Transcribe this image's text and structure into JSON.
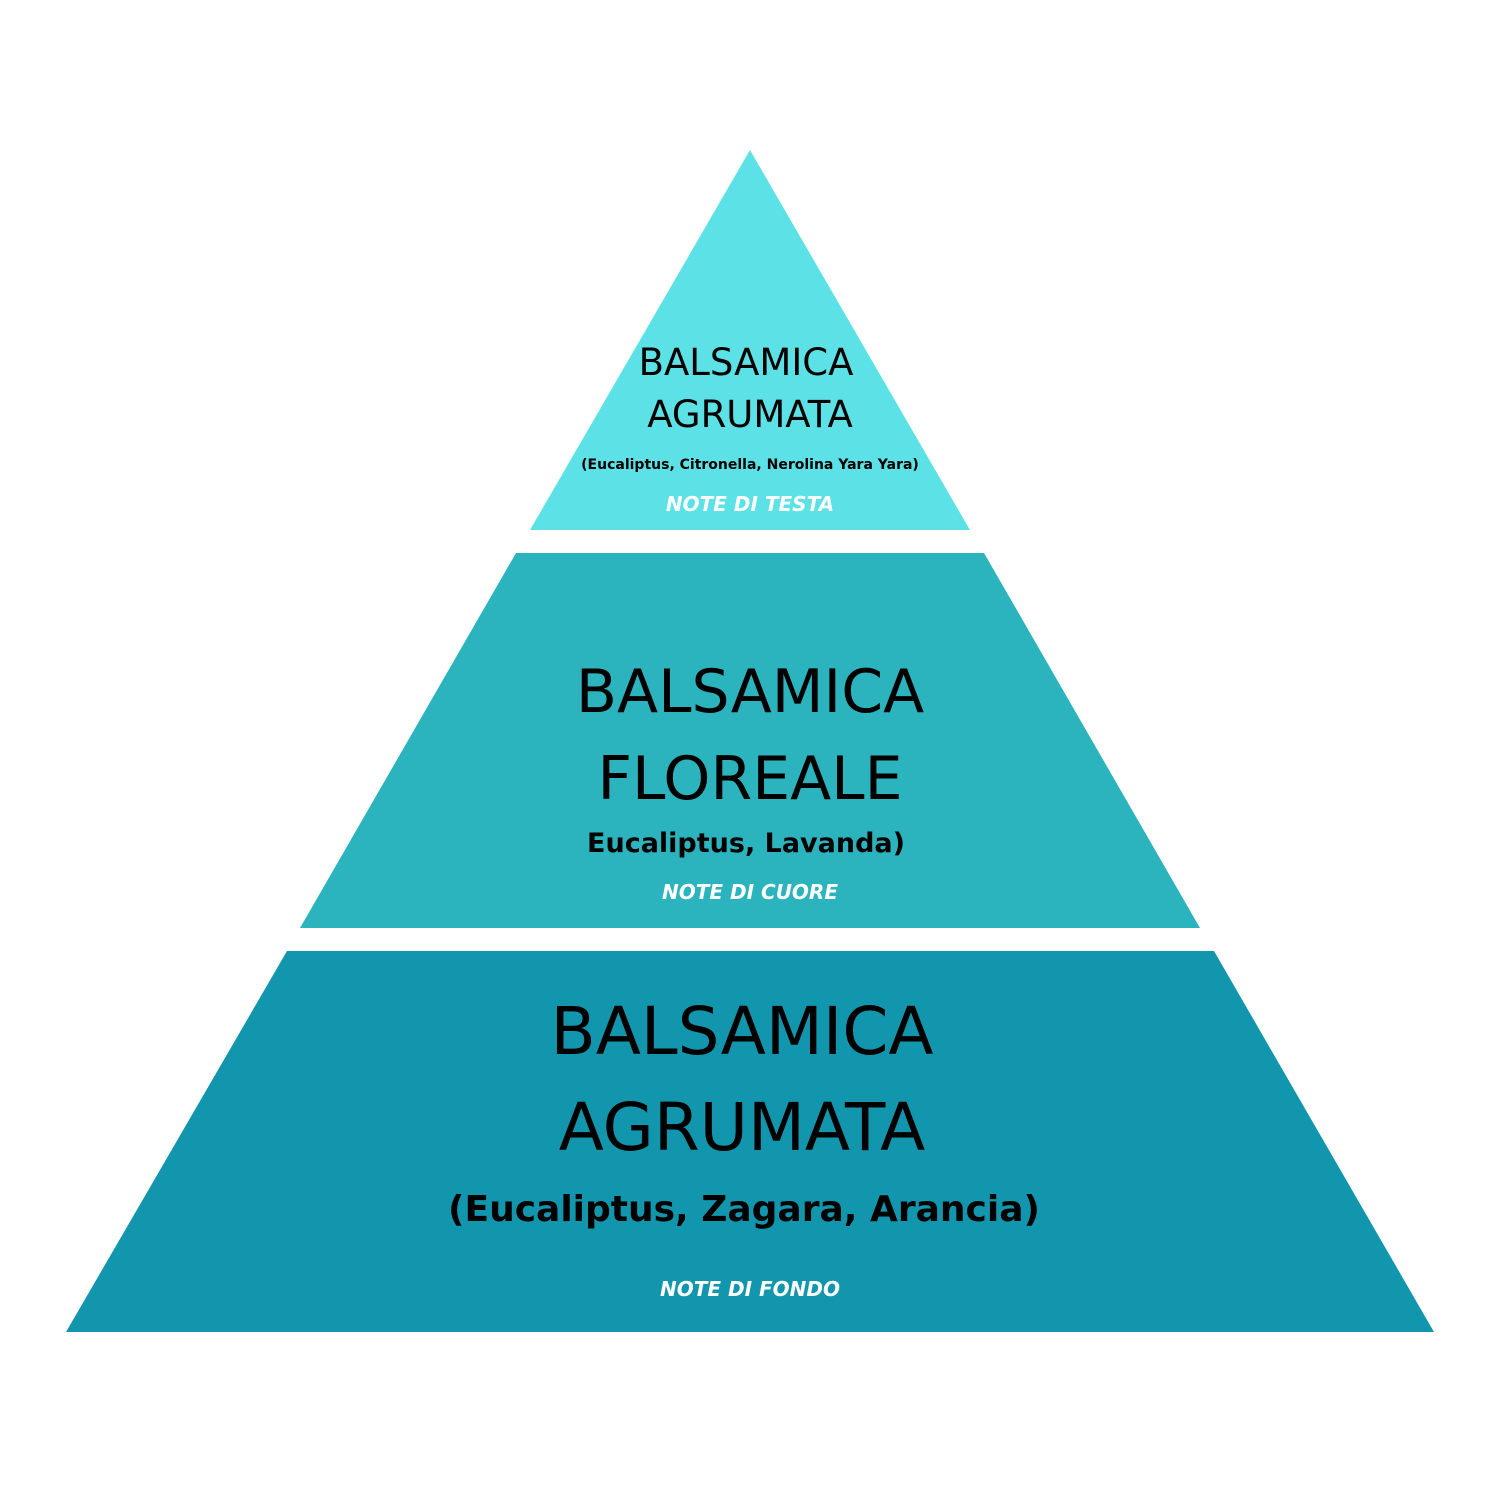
{
  "colors": {
    "top": "#5CE1E6",
    "middle": "#2BB3BE",
    "bottom": "#1296AE",
    "background": "#FFFFFF"
  },
  "levels": {
    "top": {
      "title_line1": "BALSAMICA",
      "title_line2": "AGRUMATA",
      "ingredients": "(Eucaliptus, Citronella, Nerolina Yara Yara)",
      "note": "NOTE DI TESTA"
    },
    "middle": {
      "title_line1": "BALSAMICA",
      "title_line2": "FLOREALE",
      "ingredients": "Eucaliptus, Lavanda)",
      "note": "NOTE DI CUORE"
    },
    "bottom": {
      "title_line1": "BALSAMICA",
      "title_line2": "AGRUMATA",
      "ingredients": "(Eucaliptus, Zagara, Arancia)",
      "note": "NOTE DI FONDO"
    }
  }
}
